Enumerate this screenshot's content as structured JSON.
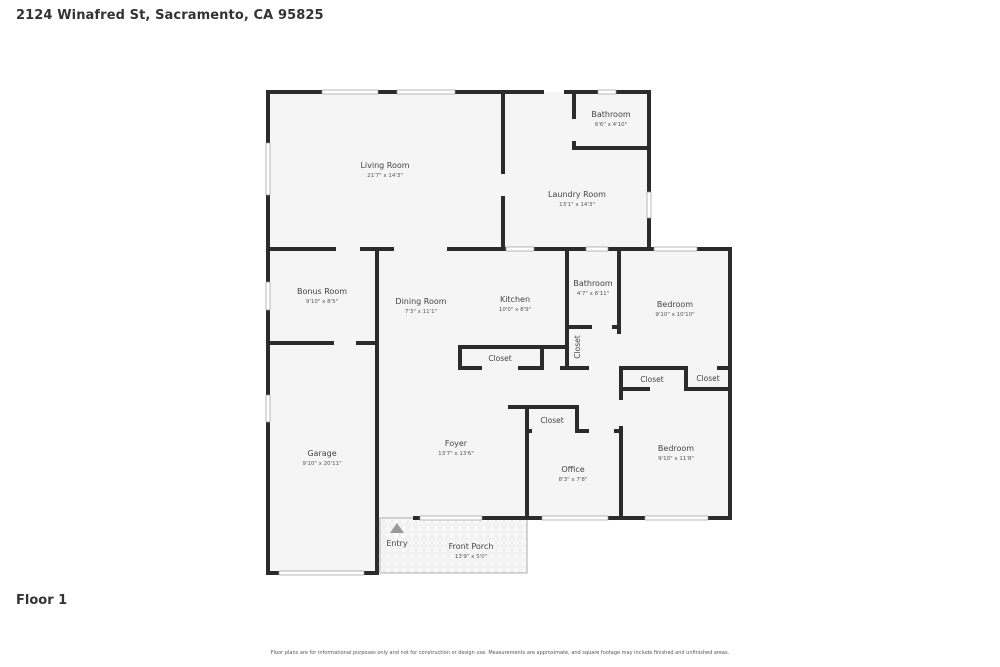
{
  "header": {
    "address": "2124 Winafred St, Sacramento, CA 95825"
  },
  "floor": {
    "label": "Floor 1"
  },
  "footer": {
    "disclaimer": "Floor plans are for informational purposes only and not for construction or design use. Measurements are approximate, and square footage may include finished and unfinished areas."
  },
  "colors": {
    "wall": "#2b2b2b",
    "floor_fill": "#f5f5f5",
    "window": "#ffffff",
    "porch_fill": "#f8f8f8"
  },
  "rooms": [
    {
      "name": "Living Room",
      "dims": "21'7\" x 14'3\""
    },
    {
      "name": "Laundry Room",
      "dims": "13'1\" x 14'3\""
    },
    {
      "name": "Bathroom",
      "dims": "6'6\" x 4'10\""
    },
    {
      "name": "Bonus Room",
      "dims": "9'10\" x 8'5\""
    },
    {
      "name": "Dining Room",
      "dims": "7'3\" x 11'1\""
    },
    {
      "name": "Kitchen",
      "dims": "10'0\" x 8'9\""
    },
    {
      "name": "Bathroom",
      "dims": "4'7\" x 6'11\""
    },
    {
      "name": "Bedroom",
      "dims": "9'10\" x 10'10\""
    },
    {
      "name": "Garage",
      "dims": "9'10\" x 20'11\""
    },
    {
      "name": "Foyer",
      "dims": "13'7\" x 13'6\""
    },
    {
      "name": "Office",
      "dims": "8'3\" x 7'8\""
    },
    {
      "name": "Bedroom",
      "dims": "9'10\" x 11'8\""
    },
    {
      "name": "Front Porch",
      "dims": "13'9\" x 5'0\""
    }
  ],
  "closets": [
    "Closet",
    "Closet",
    "Closet",
    "Closet",
    "Closet"
  ],
  "entry": {
    "label": "Entry"
  }
}
